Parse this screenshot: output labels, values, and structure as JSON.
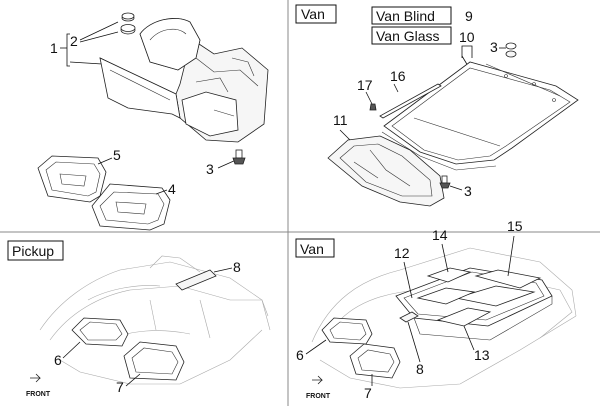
{
  "quadrants": {
    "top_left": {
      "callouts": [
        "1",
        "2",
        "3",
        "4",
        "5"
      ]
    },
    "top_right": {
      "tags": [
        "Van",
        "Van Blind",
        "Van Glass"
      ],
      "callouts": [
        "9",
        "10",
        "3",
        "17",
        "16",
        "11",
        "3"
      ]
    },
    "bottom_left": {
      "tag": "Pickup",
      "callouts": [
        "8",
        "6",
        "7"
      ],
      "front_label": "FRONT"
    },
    "bottom_right": {
      "tag": "Van",
      "callouts": [
        "14",
        "15",
        "12",
        "6",
        "8",
        "13",
        "7"
      ],
      "front_label": "FRONT"
    }
  }
}
